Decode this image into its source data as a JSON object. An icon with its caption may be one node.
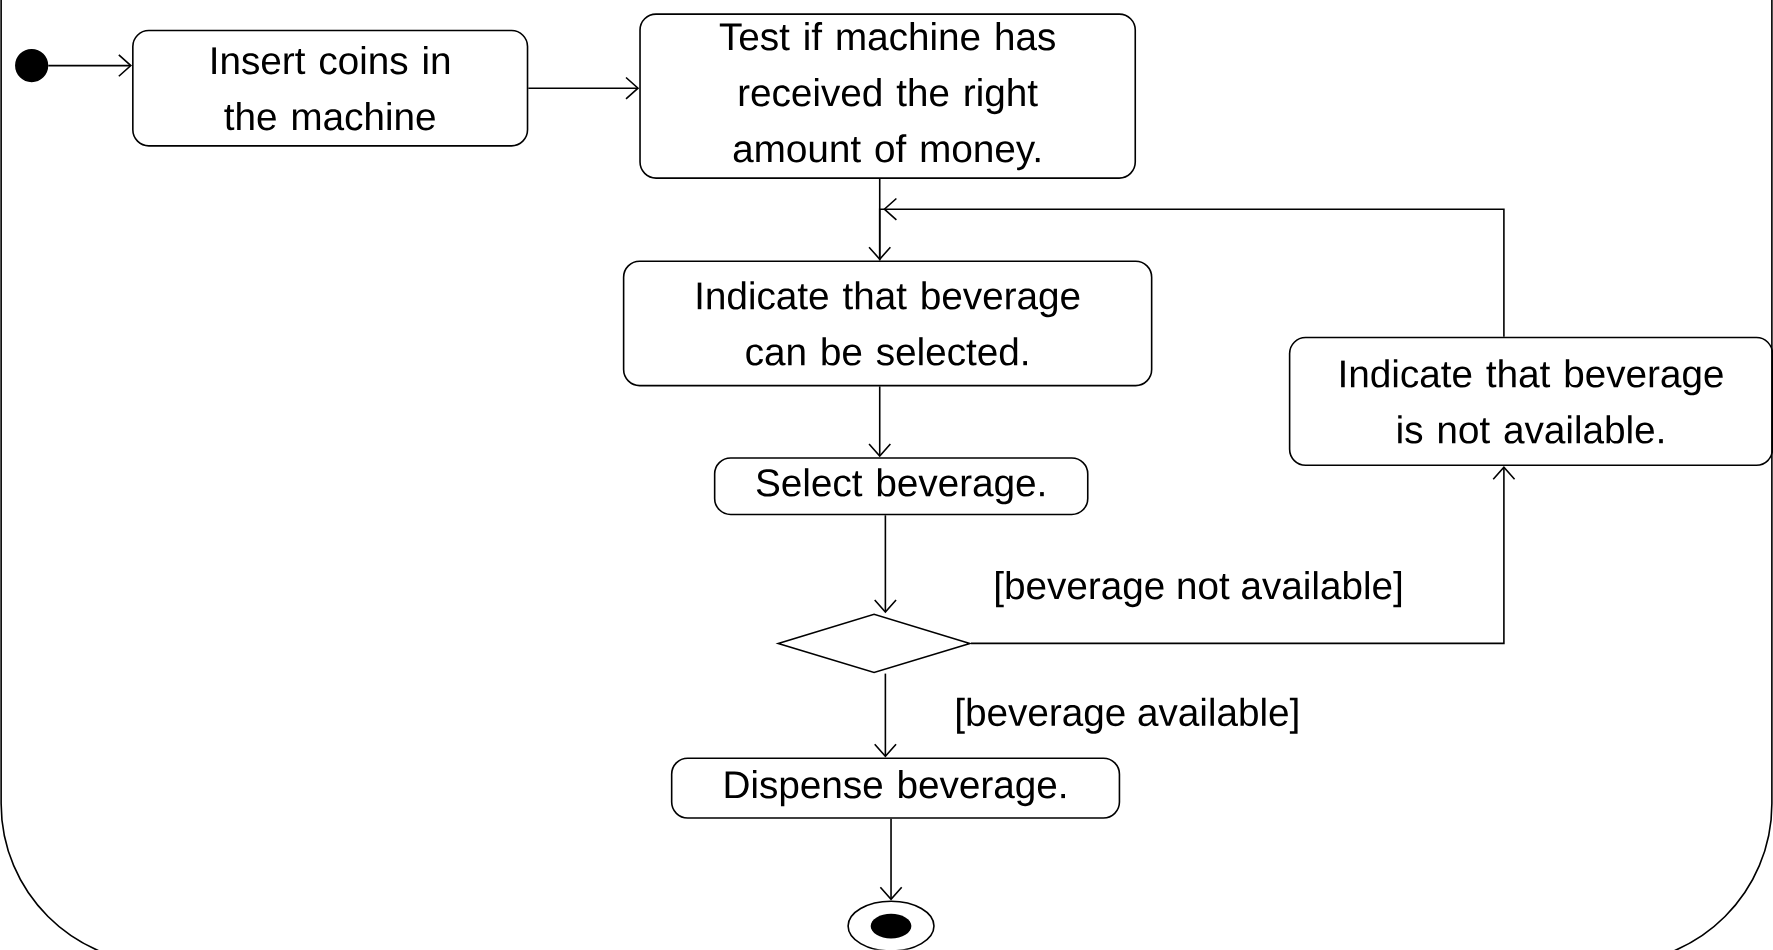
{
  "diagram": {
    "nodes": [
      {
        "text": [],
        "shape": "circle"
      },
      {
        "text": [
          "Insert coins in the machine"
        ]
      },
      {
        "text": [
          "Test if machine has received the right amount of money."
        ]
      },
      {
        "text": [
          "Indicate that beverage can be selected."
        ]
      },
      {
        "text": [
          "Select beverage."
        ]
      },
      {
        "text": [],
        "shape": "diamond"
      },
      {
        "text": [
          "Indicate that beverage is not available."
        ]
      },
      {
        "text": [
          "Dispense beverage."
        ]
      },
      {
        "text": [],
        "shape": "circle"
      }
    ],
    "edges": [
      {
        "from": 0,
        "to": 1,
        "arrow": "to"
      },
      {
        "from": 1,
        "to": 2,
        "arrow": "to"
      },
      {
        "from": 2,
        "to": 3,
        "arrow": "to"
      },
      {
        "from": 3,
        "to": 4,
        "arrow": "to"
      },
      {
        "from": 4,
        "to": 5,
        "arrow": "to"
      },
      {
        "from": 5,
        "to": 6,
        "arrow": "to",
        "label": "[beverage not available]"
      },
      {
        "from": 6,
        "to": 3,
        "arrow": "to"
      },
      {
        "from": 5,
        "to": 7,
        "arrow": "to",
        "label": "[beverage available]"
      },
      {
        "from": 7,
        "to": 8,
        "arrow": "to"
      }
    ]
  }
}
